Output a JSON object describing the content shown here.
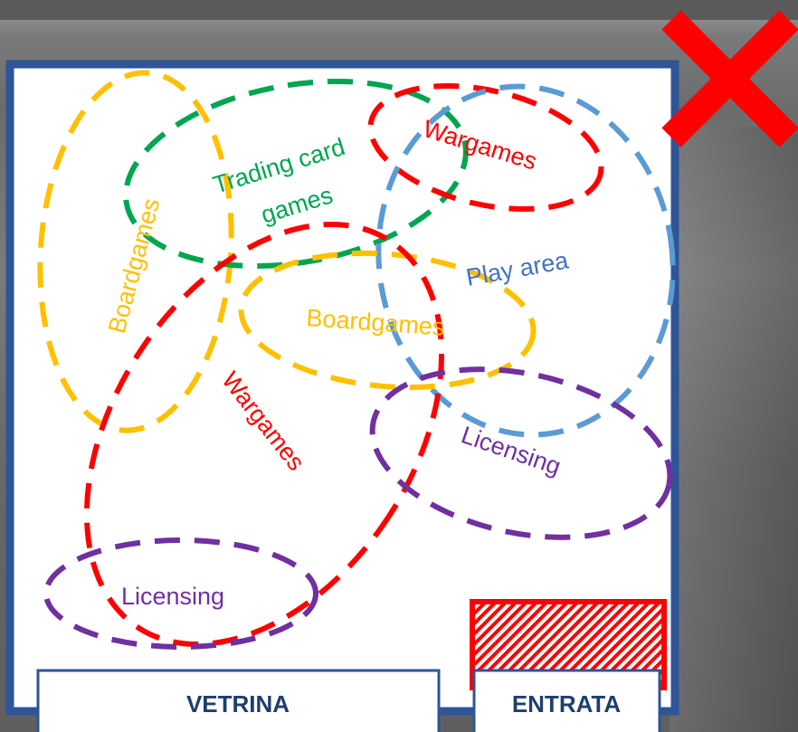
{
  "zones": {
    "trading_card_line1": "Trading card",
    "trading_card_line2": "games",
    "wargames_top": "Wargames",
    "play_area": "Play area",
    "boardgames_vertical": "Boardgames",
    "boardgames_center": "Boardgames",
    "wargames_diagonal": "Wargames",
    "licensing_right": "Licensing",
    "licensing_bottom": "Licensing"
  },
  "doors": {
    "vetrina": "VETRINA",
    "entrata": "ENTRATA"
  },
  "colors": {
    "frame": "#2e5597",
    "boardgames": "#ffc000",
    "trading_cards": "#00a550",
    "wargames": "#ff0000",
    "play_area": "#5b9bd5",
    "licensing": "#7030a0",
    "reject_mark": "#ff0000"
  },
  "icons": {
    "reject": "close-icon",
    "entrance_hatch": "hatched-entrance-icon"
  }
}
